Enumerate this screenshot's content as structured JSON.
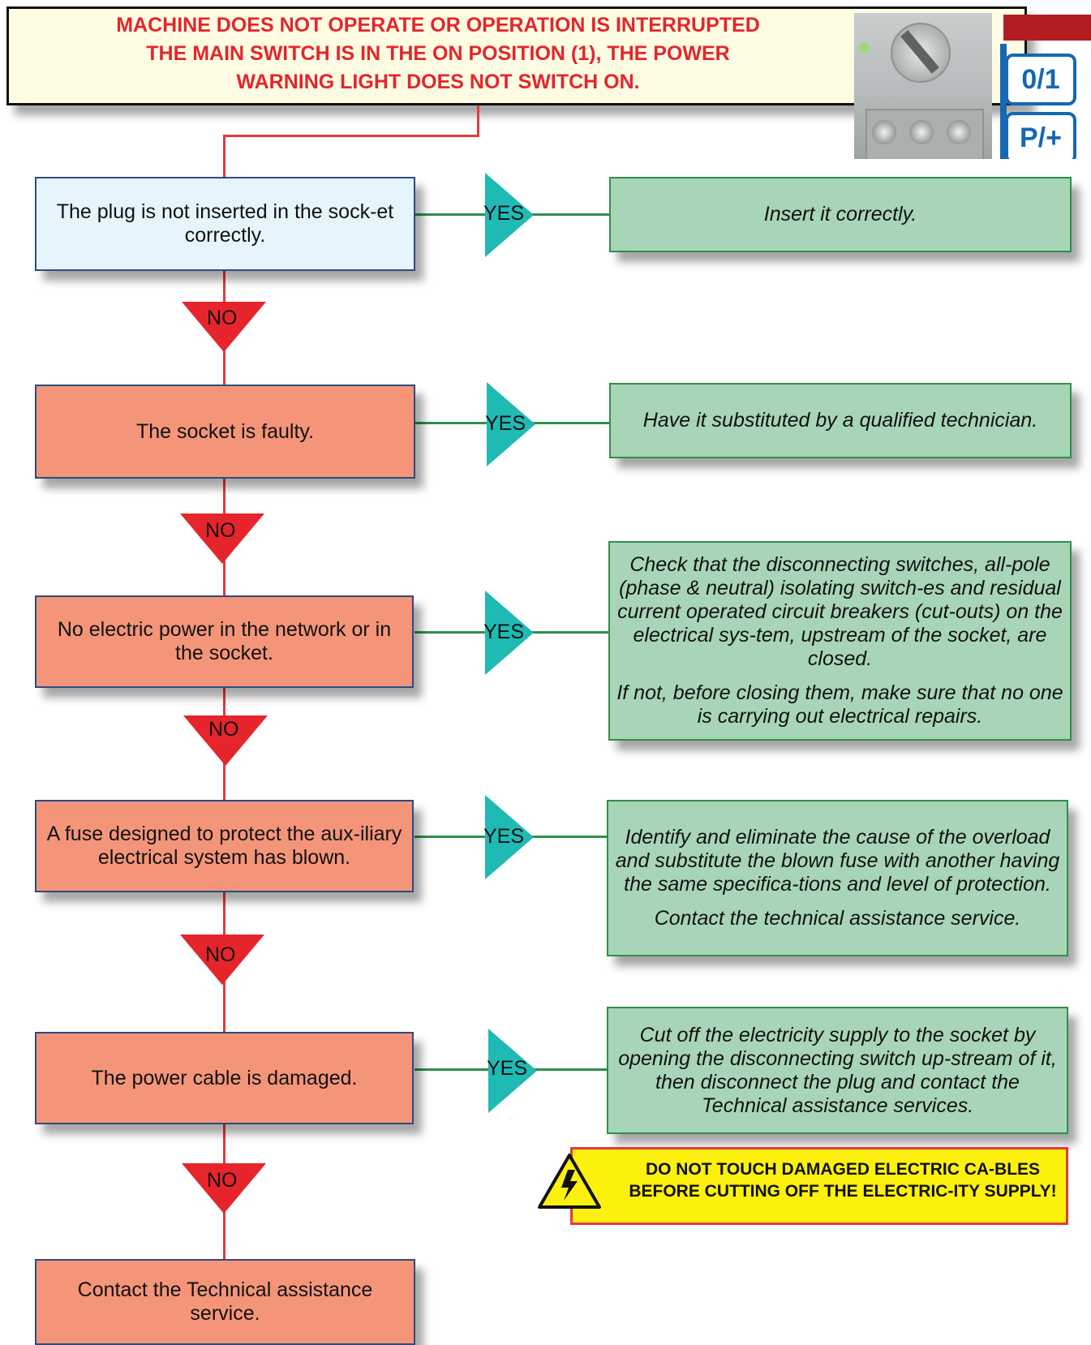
{
  "header": {
    "title_lines": [
      "MACHINE DOES NOT OPERATE OR OPERATION IS INTERRUPTED",
      "THE MAIN SWITCH IS IN THE ON POSITION (1), THE POWER",
      "WARNING LIGHT DOES NOT SWITCH ON."
    ]
  },
  "icons": {
    "top_symbol": "0/1",
    "bottom_symbol": "P/+"
  },
  "steps": [
    {
      "question": "The plug is not inserted in the sock-et correctly.",
      "yes_label": "YES",
      "action": [
        "Insert it correctly."
      ],
      "no_label": "NO"
    },
    {
      "question": "The socket is faulty.",
      "yes_label": "YES",
      "action": [
        "Have it substituted by a qualified technician."
      ],
      "no_label": "NO"
    },
    {
      "question": "No electric power in the network or in the socket.",
      "yes_label": "YES",
      "action": [
        "Check that the disconnecting switches, all-pole (phase & neutral) isolating switch-es and residual current operated circuit breakers (cut-outs) on the electrical sys-tem, upstream of the socket, are closed.",
        "If not, before closing them, make sure that no one is carrying out electrical repairs."
      ],
      "no_label": "NO"
    },
    {
      "question": "A fuse designed to protect the aux-iliary electrical system has blown.",
      "yes_label": "YES",
      "action": [
        "Identify and eliminate the cause of the overload and substitute the blown fuse with another having the same specifica-tions and level of protection.",
        "Contact the technical assistance service."
      ],
      "no_label": "NO"
    },
    {
      "question": "The power cable is damaged.",
      "yes_label": "YES",
      "action": [
        "Cut off the electricity supply to the socket by opening the disconnecting switch up-stream of it, then disconnect the plug and contact the Technical assistance services."
      ],
      "no_label": "NO"
    }
  ],
  "final": {
    "text": "Contact the Technical assistance service."
  },
  "warning": {
    "text": "DO NOT TOUCH DAMAGED ELECTRIC CA-BLES BEFORE CUTTING OFF THE ELECTRIC-ITY SUPPLY!",
    "icon": "high-voltage-icon"
  },
  "colors": {
    "header_text": "#e3262b",
    "header_bg": "#fefde4",
    "first_box": "#e6f4fb",
    "cause_box": "#f4957a",
    "action_box": "#a8d5b8",
    "yes_triangle": "#1fbab4",
    "no_triangle": "#e5242b",
    "warning_bg": "#fbf10c"
  }
}
